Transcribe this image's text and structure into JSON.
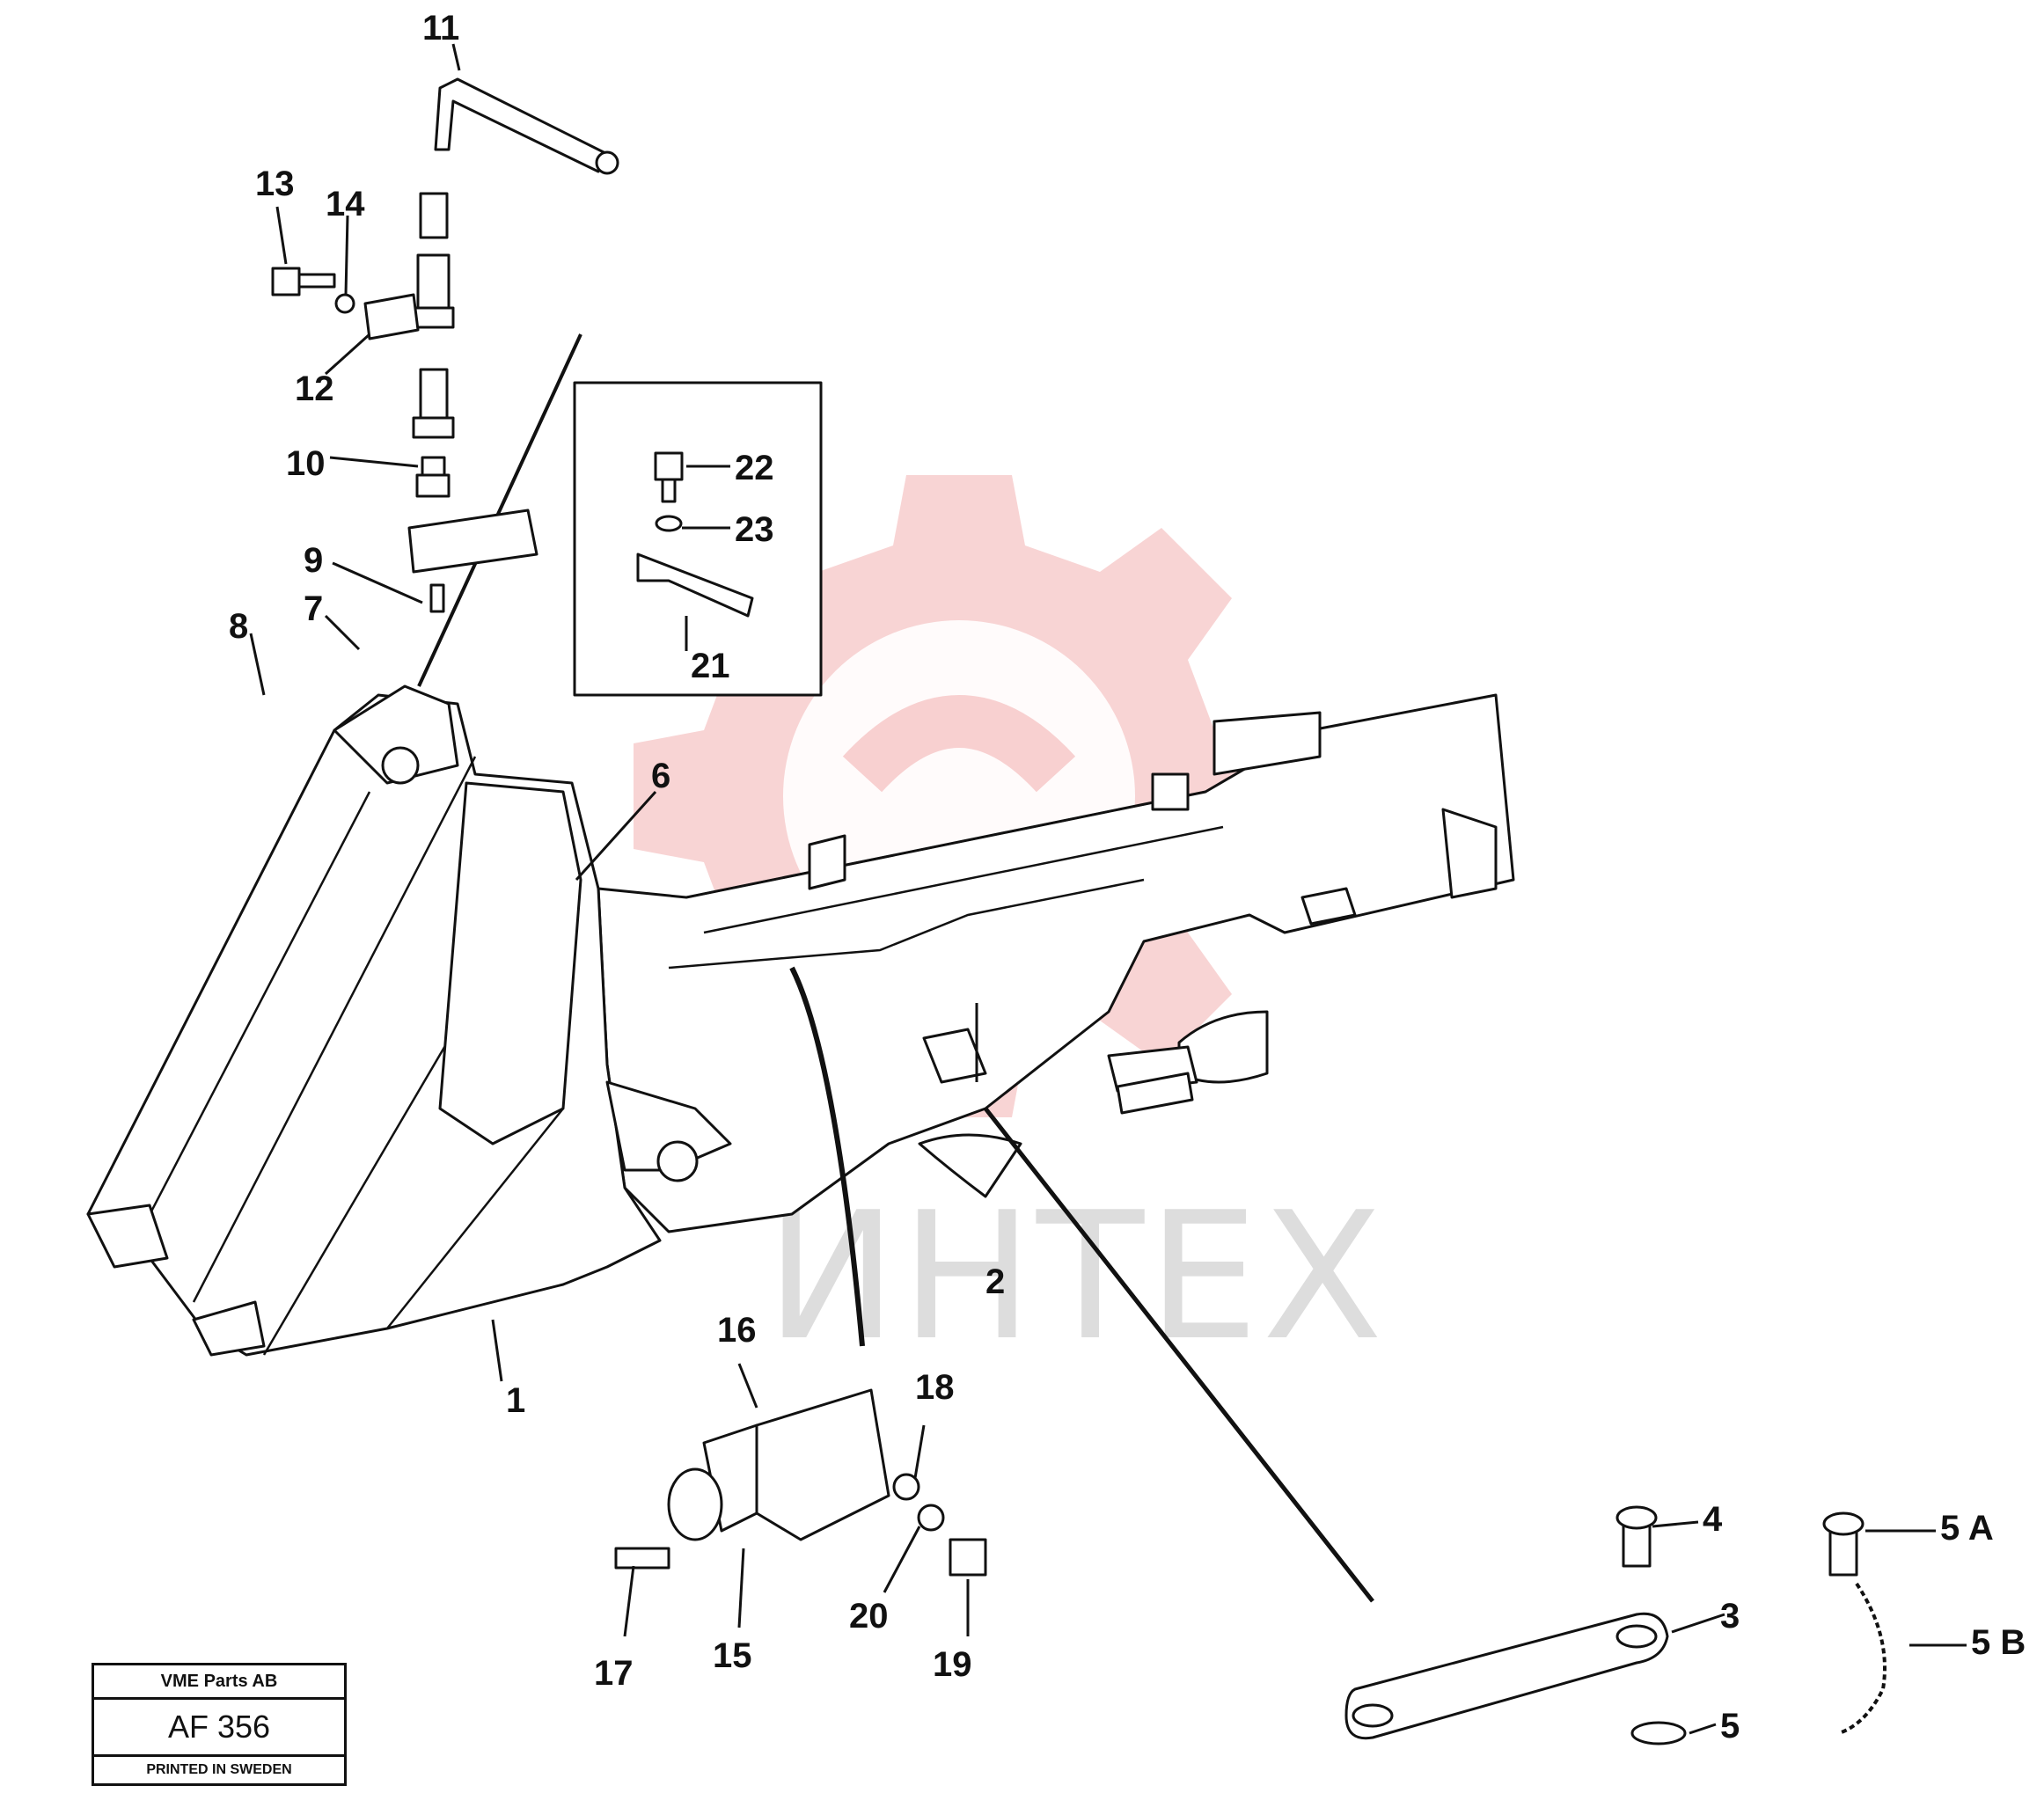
{
  "watermark": {
    "text": "ИНТЕХ",
    "color": "#f6c6c6"
  },
  "callouts": [
    "11",
    "13",
    "14",
    "12",
    "10",
    "9",
    "7",
    "8",
    "6",
    "22",
    "23",
    "21",
    "2",
    "1",
    "16",
    "18",
    "17",
    "15",
    "20",
    "19",
    "4",
    "3",
    "5",
    "5 A",
    "5 B"
  ],
  "title_block": {
    "company": "VME Parts AB",
    "code": "AF 356",
    "printed": "PRINTED IN SWEDEN"
  }
}
